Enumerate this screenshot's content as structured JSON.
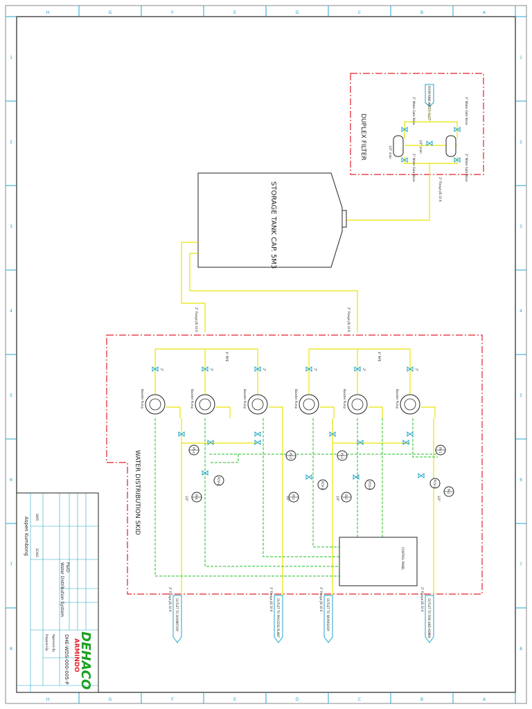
{
  "title_block": {
    "company": "DEHACO",
    "logo_text": "ARMINDO",
    "drawing_no": "DHE-WDS-000-005-P",
    "drawing_title_line1": "Water Distribution System",
    "drawing_title_line2": "P&ID",
    "designer": "Aspen Kumbong",
    "approved_by_label": "Approved By",
    "prepared_by_label": "Prepared By",
    "date_label": "DATE",
    "scale_label": "SCALE"
  },
  "border": {
    "row_markers": [
      "A",
      "B",
      "C",
      "D",
      "E",
      "F",
      "G",
      "H"
    ],
    "col_markers": [
      "1",
      "2",
      "3",
      "4",
      "5",
      "6",
      "7",
      "8"
    ]
  },
  "labels": {
    "duplex_filter": "DUPLEX FILTER",
    "storage_tank": "STORAGE TANK CAP. 5M3",
    "skid": "WATER DISTRIBUTION SKID",
    "control_panel": "CONTROL PANEL",
    "raw_water_inlet": "FROM RAW WATER INLET",
    "flange_2in": "2\" Flange JIS 10 K",
    "gate_valve": "2\" Water Gate Valve",
    "drain": "1/2\" drain",
    "pipe_2in": "2\"",
    "pipe_1in": "1\"",
    "pipe_half": "1/2\"",
    "tee": "4\" PIPE",
    "booster_pump": "Booster Pump"
  },
  "pumps": [
    "Booster Pump",
    "Booster Pump",
    "Booster Pump",
    "Booster Pump",
    "Booster Pump",
    "Booster Pump"
  ],
  "pressure_switches": [
    "PS-1",
    "PS-2",
    "PS-3",
    "PS-4"
  ],
  "pressure_indicators": [
    "PI-1",
    "PI-2",
    "PI-3",
    "PI-4"
  ],
  "control_valves": [
    "PCV-1",
    "PCV-2",
    "PCV-3",
    "PCV-4"
  ],
  "outlets": [
    {
      "label": "OUTLET TO FIRE AND ADMIN",
      "flange": "2\" Flange JIS 10 K"
    },
    {
      "label": "OUTLET TO WORKSHOP",
      "flange": "2\" Flange JIS 10 K"
    },
    {
      "label": "OUTLET TO PROCESS PLANT",
      "flange": "2\" Flange JIS 10 K"
    },
    {
      "label": "OUTLET TO DORMITORY",
      "flange": "2\" Flange JIS 10 K"
    }
  ],
  "colors": {
    "pipe": "#e8e400",
    "boundary": "#e0202a",
    "signal": "#20c020",
    "valve": "#1fa3c8",
    "instrument": "#2a2a2a",
    "logo": "#1aa020"
  }
}
